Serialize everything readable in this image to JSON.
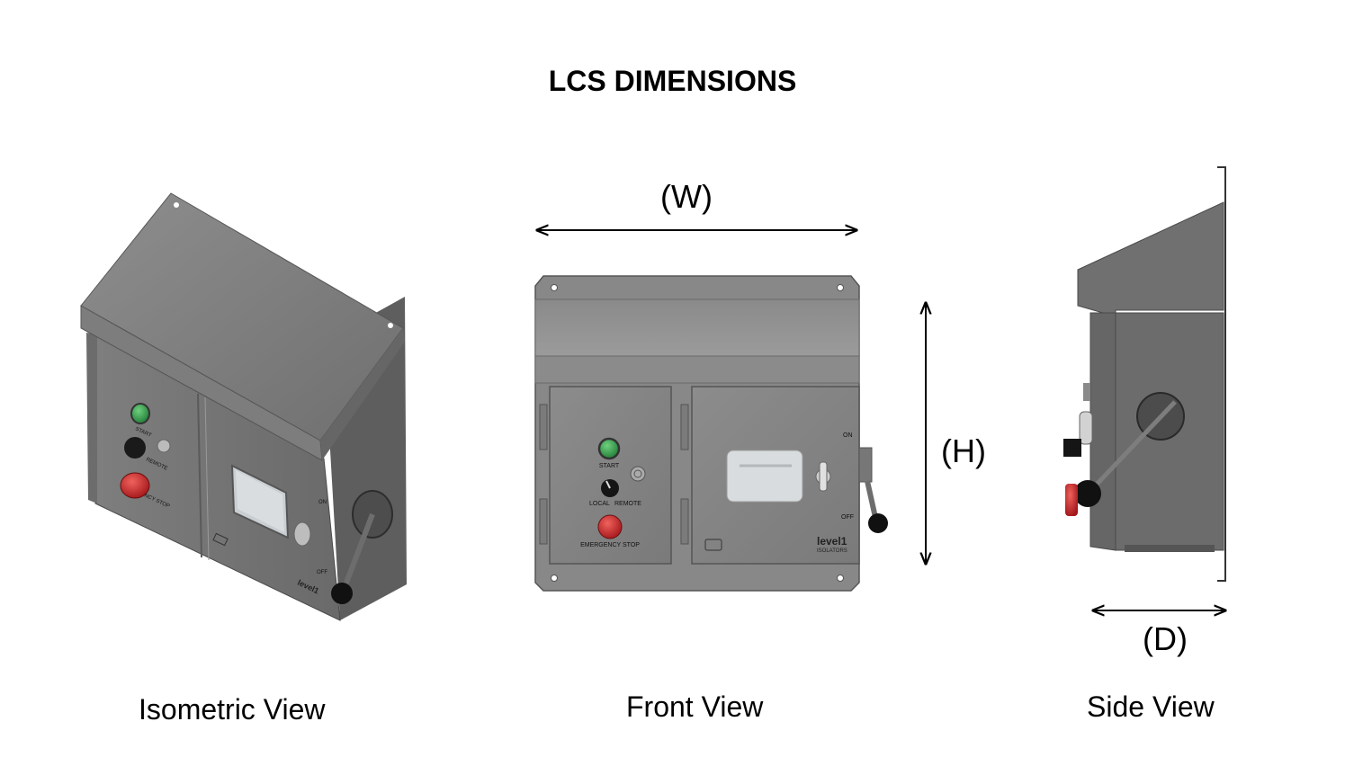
{
  "title": "LCS DIMENSIONS",
  "views": {
    "isometric": "Isometric View",
    "front": "Front View",
    "side": "Side View"
  },
  "dimensions": {
    "width": "(W)",
    "height": "(H)",
    "depth": "(D)"
  },
  "panel_labels": {
    "start": "START",
    "local": "LOCAL",
    "remote": "REMOTE",
    "emergency_stop": "EMERGENCY STOP",
    "on": "ON",
    "off": "OFF",
    "brand": "level1",
    "brand_sub": "ISOLATORS"
  },
  "iso_labels": {
    "start": "START",
    "remote": "REMOTE",
    "estop_partial": "NCY STOP",
    "on": "ON",
    "off": "OFF"
  },
  "colors": {
    "steel_light": "#8f8f8f",
    "steel_dark": "#5e5e5e",
    "start_button": "#2e9b45",
    "estop_button": "#d42a26"
  }
}
